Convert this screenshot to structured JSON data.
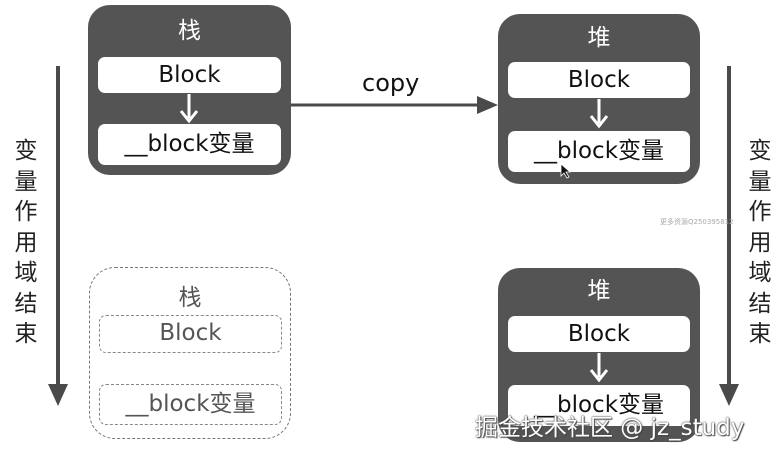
{
  "stack_panel": {
    "title": "栈",
    "block": "Block",
    "var": "__block变量"
  },
  "heap_panel_top": {
    "title": "堆",
    "block": "Block",
    "var": "__block变量"
  },
  "copy_label": "copy",
  "stack_ghost": {
    "title": "栈",
    "block": "Block",
    "var": "__block变量"
  },
  "heap_panel_bottom": {
    "title": "堆",
    "block": "Block",
    "var": "__block变量"
  },
  "scope_end_left": [
    "变",
    "量",
    "作",
    "用",
    "域",
    "结",
    "束"
  ],
  "scope_end_right": [
    "变",
    "量",
    "作",
    "用",
    "域",
    "结",
    "束"
  ],
  "tiny_watermark": "更多资源Q250395812",
  "watermark": "掘金技术社区 @ jz_study",
  "colors": {
    "panel": "#545454",
    "arrow": "#4a4a4a",
    "dashed": "#777777"
  }
}
